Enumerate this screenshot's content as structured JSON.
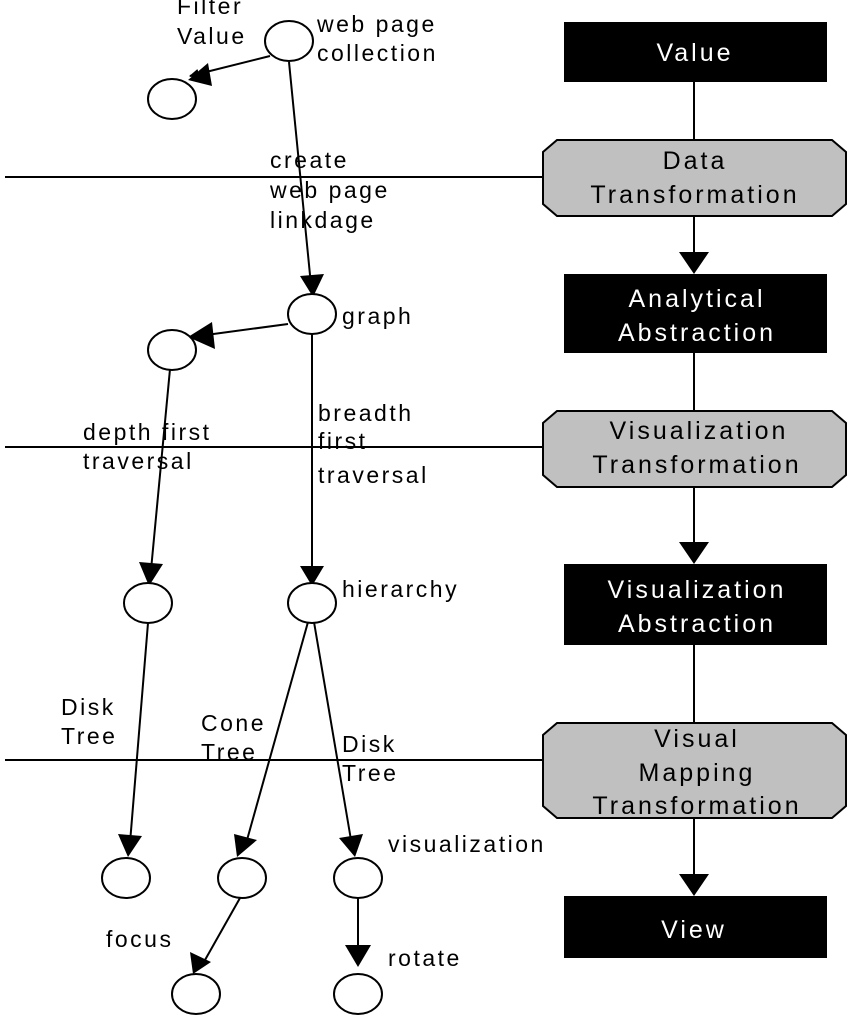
{
  "colors": {
    "dark_box": "#000000",
    "light_box": "#c0c0c0",
    "line": "#000000",
    "background": "#ffffff"
  },
  "pipeline": {
    "value": "Value",
    "data_transformation": [
      "Data",
      "Transformation"
    ],
    "analytical_abstraction": [
      "Analytical",
      "Abstraction"
    ],
    "visualization_transformation": [
      "Visualization",
      "Transformation"
    ],
    "visualization_abstraction": [
      "Visualization",
      "Abstraction"
    ],
    "visual_mapping_transformation": [
      "Visual",
      "Mapping",
      "Transformation"
    ],
    "view": "View"
  },
  "labels": {
    "filter_value": [
      "Filter",
      "Value"
    ],
    "web_page_collection": [
      "web page",
      "collection"
    ],
    "create_web_page_linkage": [
      "create",
      "web page",
      "linkdage"
    ],
    "graph": "graph",
    "depth_first_traversal": [
      "depth first",
      "traversal"
    ],
    "breadth_first_traversal": [
      "breadth",
      "first",
      "traversal"
    ],
    "hierarchy": "hierarchy",
    "disk_tree_left": [
      "Disk",
      "Tree"
    ],
    "cone_tree": [
      "Cone",
      "Tree"
    ],
    "disk_tree_right": [
      "Disk",
      "Tree"
    ],
    "visualization": "visualization",
    "focus": "focus",
    "rotate": "rotate"
  }
}
